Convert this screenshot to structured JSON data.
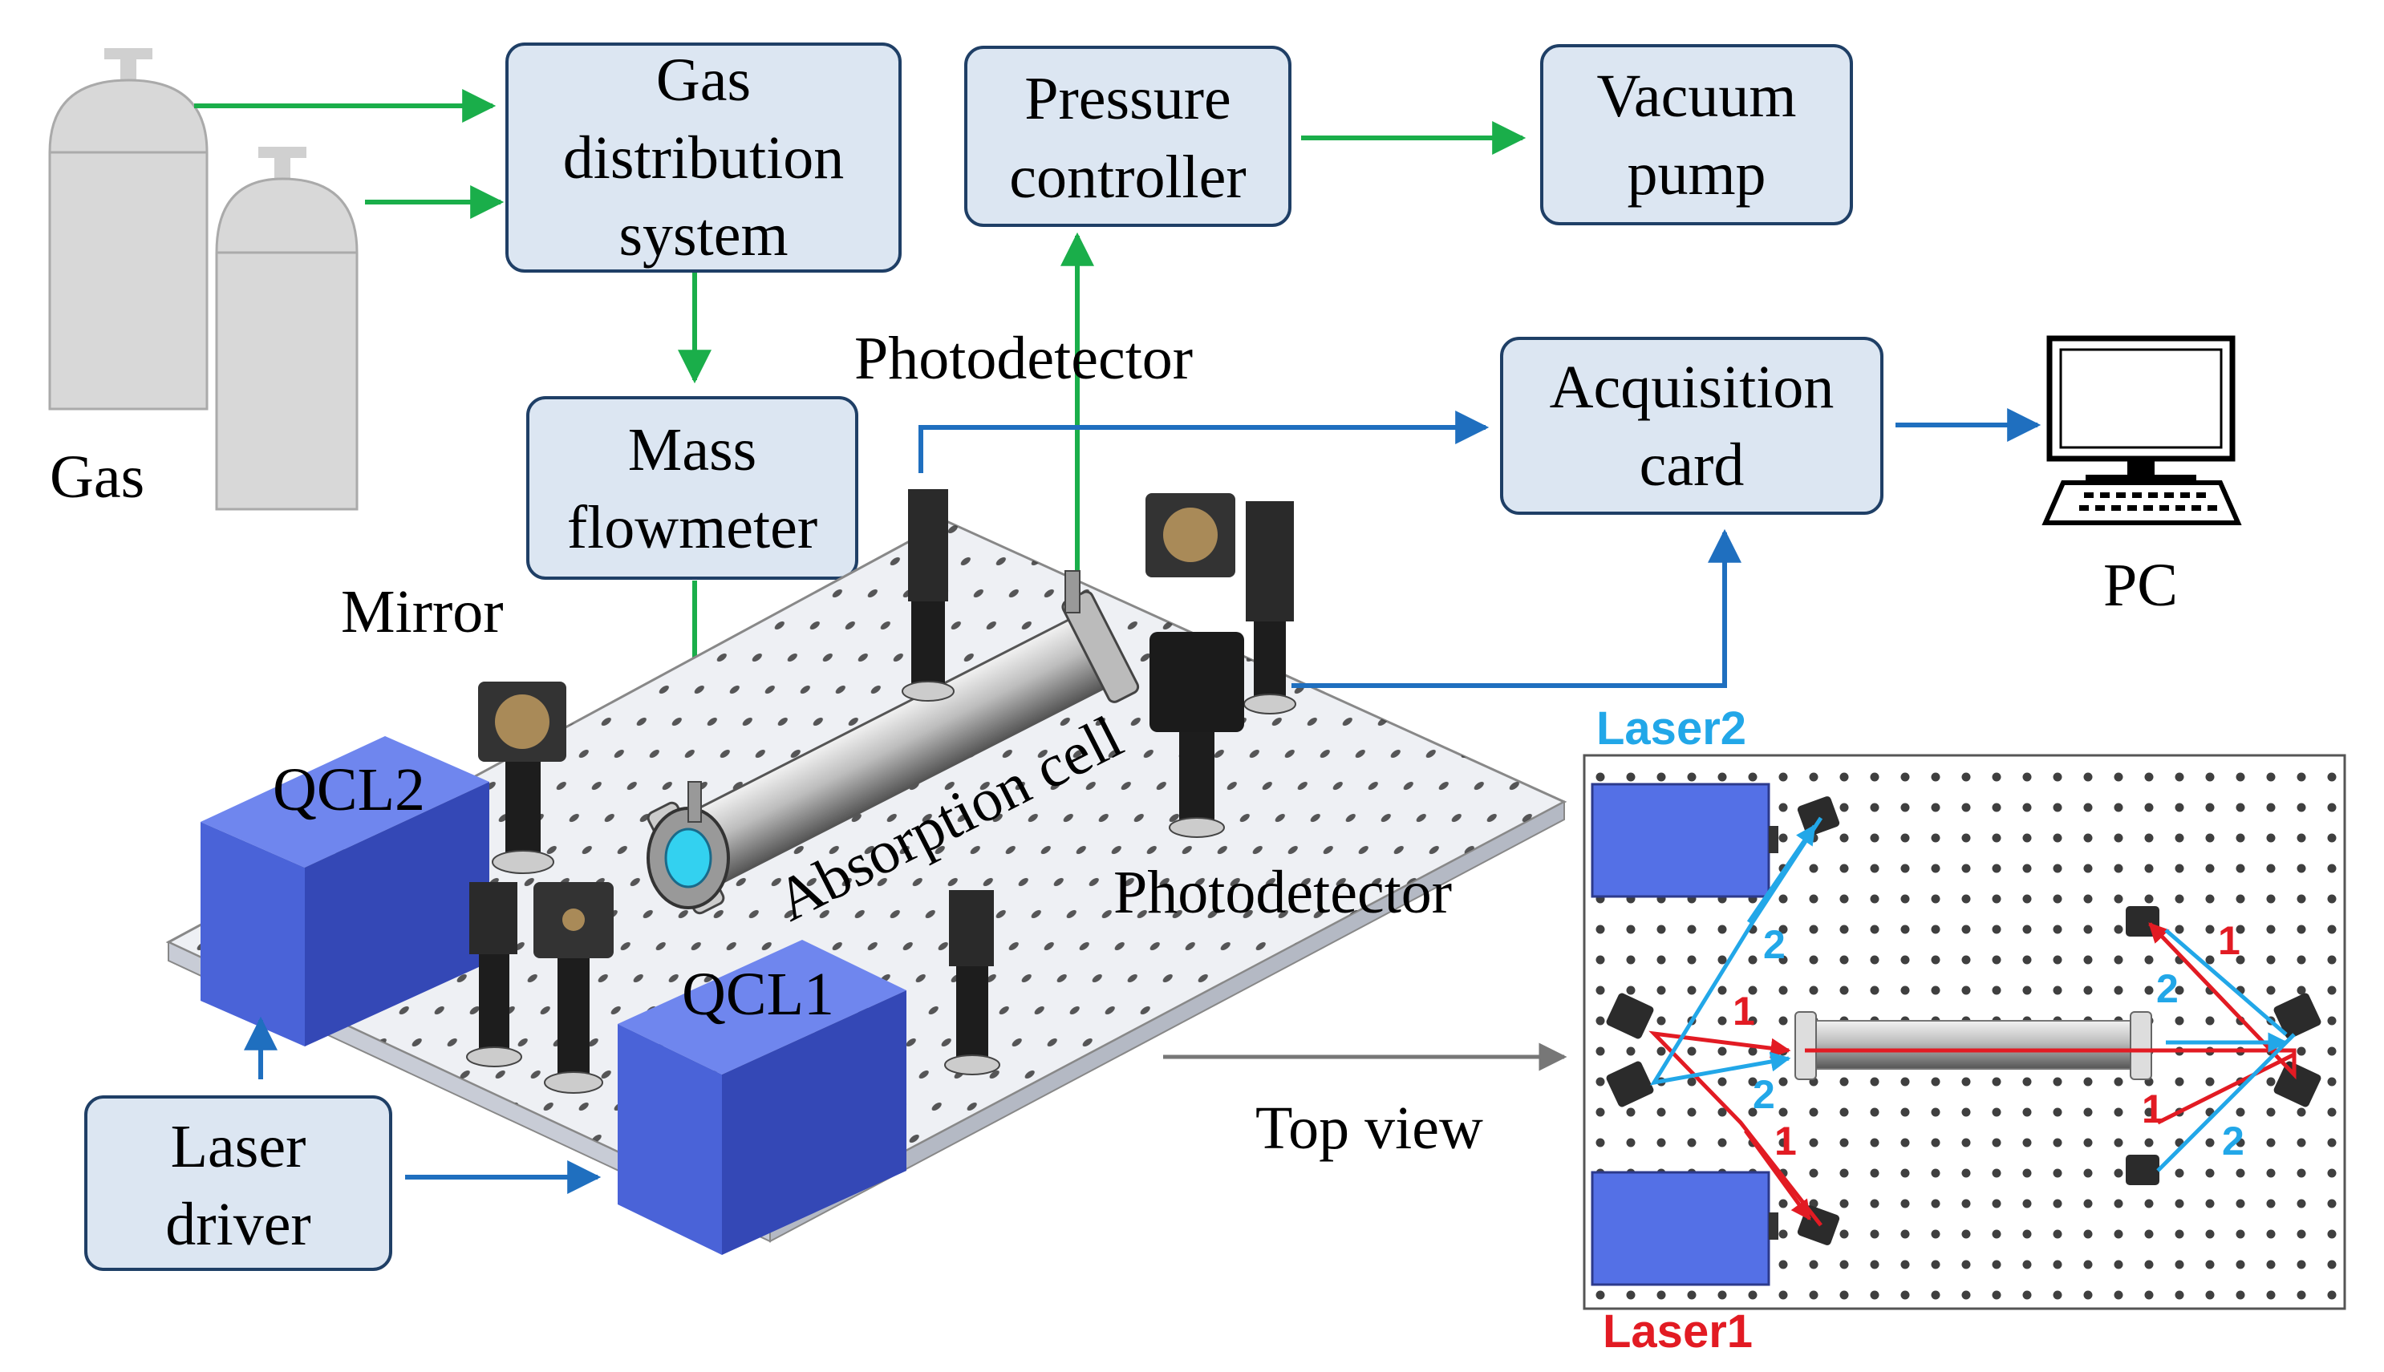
{
  "colors": {
    "gas_flow": "#1aae4a",
    "signal": "#1f6fbf",
    "beam_laser1": "#e21b23",
    "beam_laser2": "#22a7e8",
    "box_fill": "#dce6f2",
    "box_stroke": "#1f3f66",
    "qcl_block": "#4a63d8",
    "gas_cylinder": "#d8d8d8",
    "breadboard": "#e9ecf2"
  },
  "boxes": {
    "gas_distribution": [
      "Gas",
      "distribution",
      "system"
    ],
    "pressure_controller": [
      "Pressure",
      "controller"
    ],
    "vacuum_pump": [
      "Vacuum",
      "pump"
    ],
    "mass_flowmeter": [
      "Mass",
      "flowmeter"
    ],
    "acquisition_card": [
      "Acquisition",
      "card"
    ],
    "laser_driver": [
      "Laser",
      "driver"
    ]
  },
  "labels": {
    "gas": "Gas",
    "pc": "PC",
    "mirror": "Mirror",
    "photodetector_top": "Photodetector",
    "photodetector_right": "Photodetector",
    "absorption_cell": "Absorption cell",
    "qcl1": "QCL1",
    "qcl2": "QCL2",
    "top_view": "Top view"
  },
  "top_view": {
    "laser1": "Laser1",
    "laser2": "Laser2",
    "beam_numbers": {
      "red": [
        "1",
        "1",
        "1",
        "1"
      ],
      "blue": [
        "2",
        "2",
        "2",
        "2"
      ]
    }
  },
  "icons": [
    "gas-cylinder-icon",
    "pc-monitor-icon",
    "keyboard-icon"
  ]
}
